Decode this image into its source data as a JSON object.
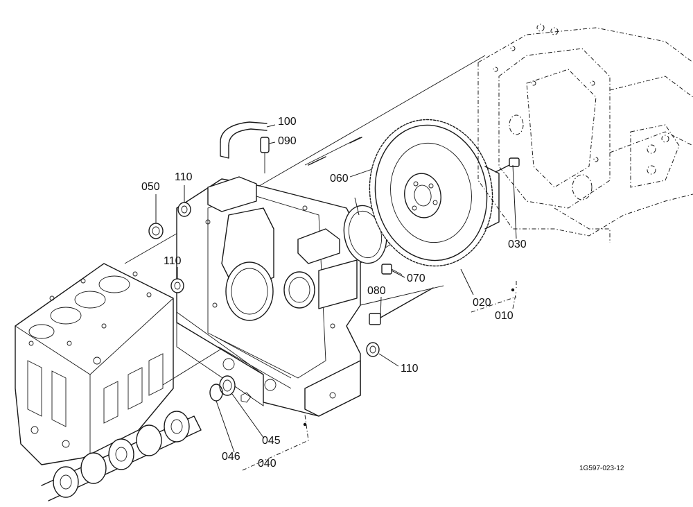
{
  "diagram": {
    "labels": {
      "p100": "100",
      "p090": "090",
      "p110a": "110",
      "p050": "050",
      "p060": "060",
      "p110b": "110",
      "p070": "070",
      "p080": "080",
      "p110c": "110",
      "p030": "030",
      "p020": "020",
      "p010": "010",
      "p045": "045",
      "p046": "046",
      "p040": "040"
    },
    "reference_code": "1G597-023-12"
  }
}
